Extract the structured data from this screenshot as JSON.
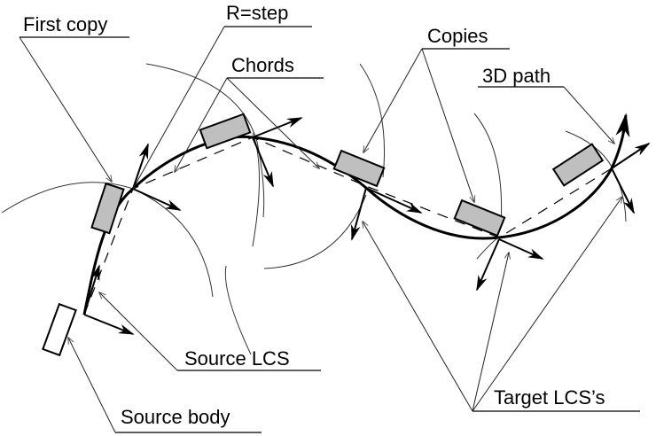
{
  "diagram": {
    "title": "Copying a body along a 3D path with chords of length equal to step",
    "labels": {
      "first_copy": "First copy",
      "r_step": "R=step",
      "chords": "Chords",
      "copies": "Copies",
      "path_3d": "3D path",
      "source_lcs": "Source LCS",
      "source_body": "Source body",
      "target_lcs": "Target LCS’s"
    },
    "colors": {
      "copy_fill": "#bfbfbf",
      "stroke": "#000000",
      "background": "#ffffff"
    },
    "copy_count": 5
  }
}
